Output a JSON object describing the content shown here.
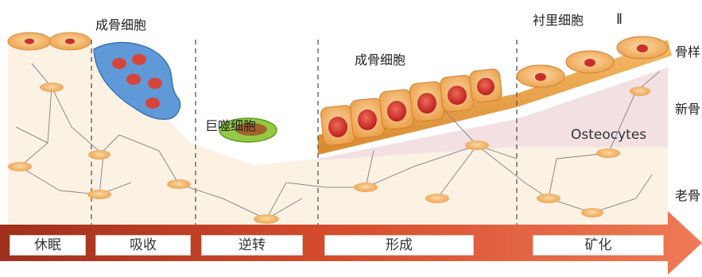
{
  "labels": {
    "osteoblast_top_left": "成骨细胞",
    "lining_cell": "衬里细胞",
    "osteoclast": "巨噬细胞",
    "osteoblast_mid": "成骨细胞",
    "osteocytes": "Osteocytes",
    "osteoid": "骨样",
    "new_bone": "新骨",
    "old_bone": "老骨",
    "mark": "ll"
  },
  "stages": [
    "休眠",
    "吸收",
    "逆转",
    "形成",
    "矿化"
  ],
  "colors": {
    "bone": "#fbf1e3",
    "new_bone": "#f1dfe1",
    "osteoid": "#e9a143",
    "arrow_dark": "#a8341f",
    "arrow_light": "#ee6f4e",
    "osteoblast": "#ef9f3a",
    "osteoclast": "#5f99d8",
    "macrophage": "#90c542"
  }
}
